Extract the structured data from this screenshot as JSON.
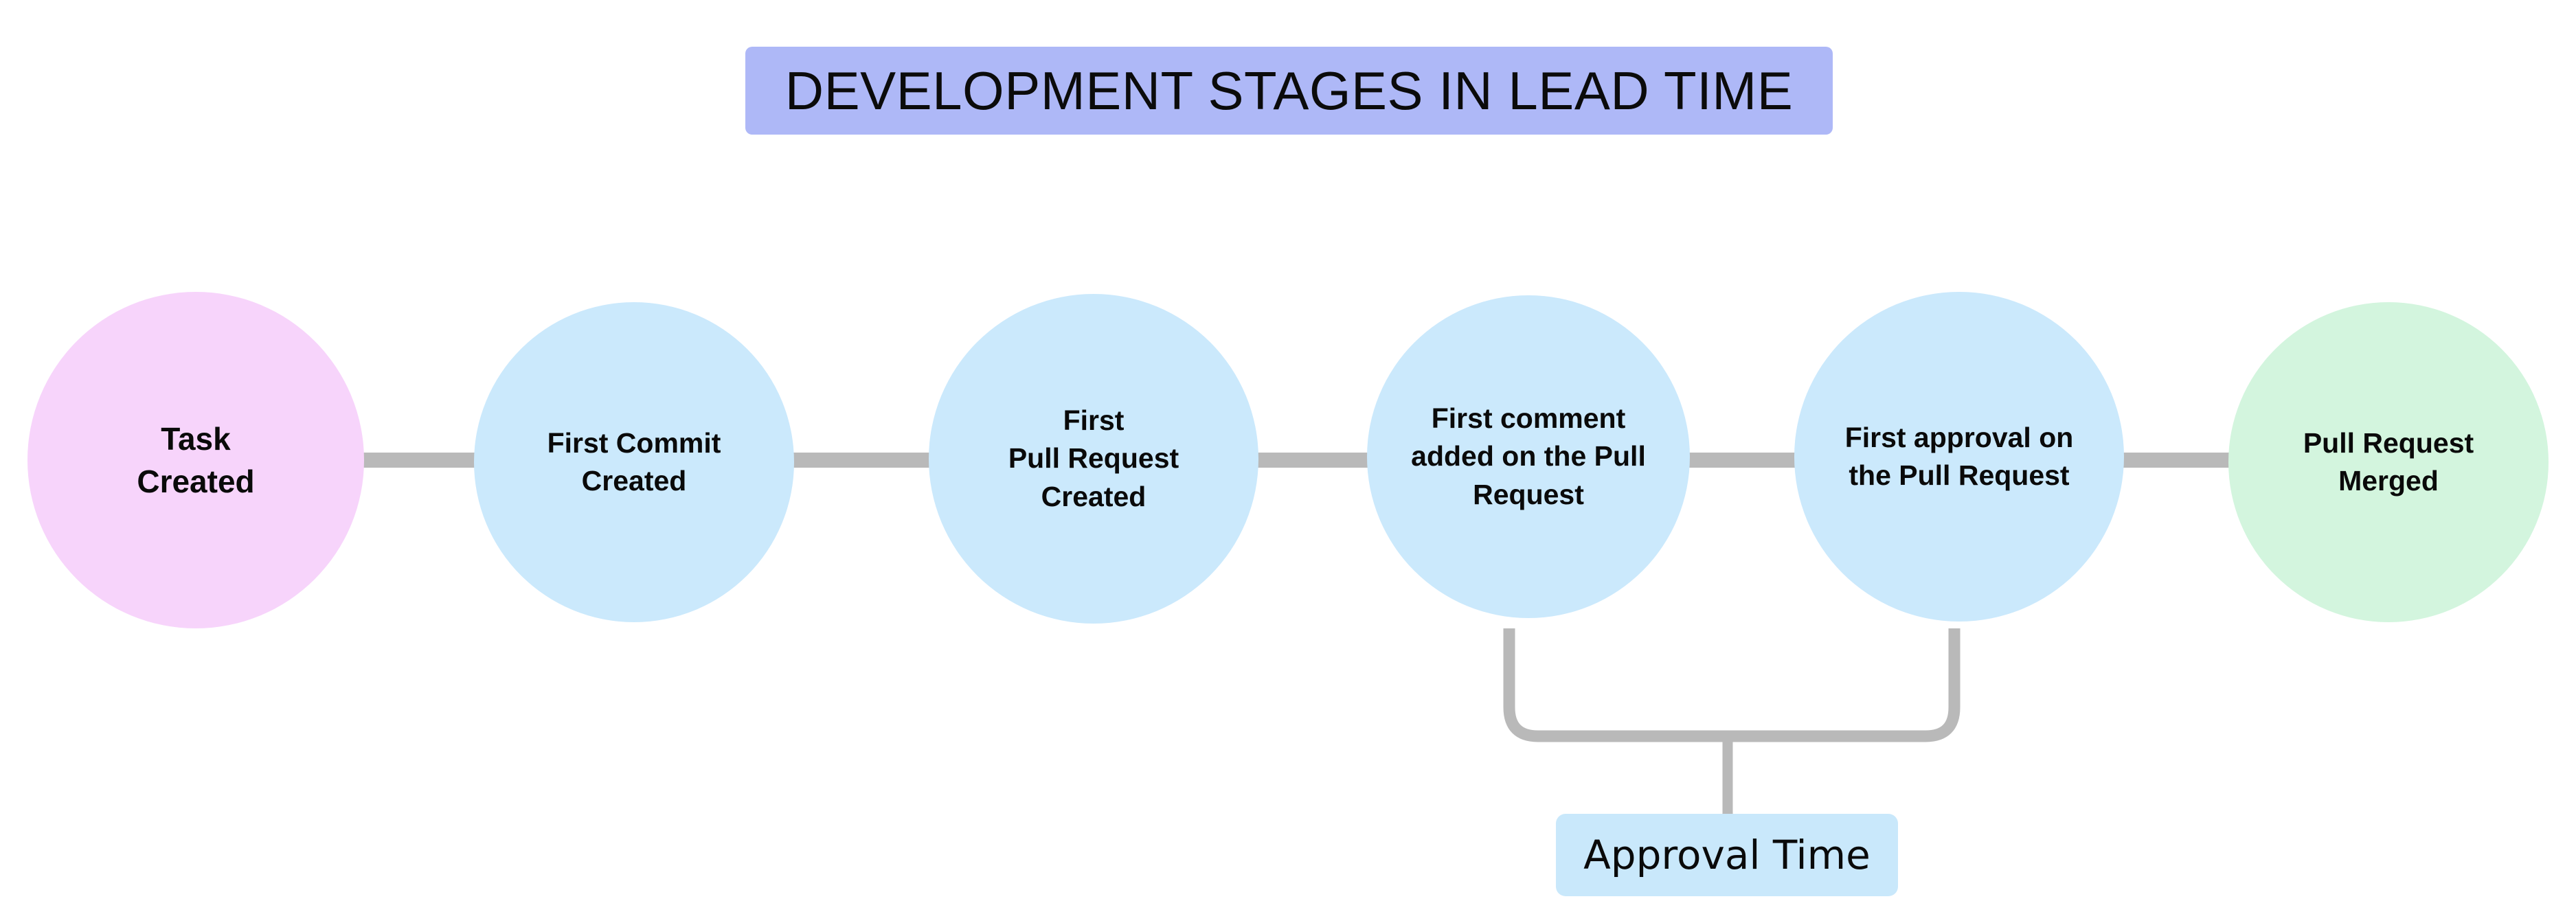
{
  "title": {
    "text": "DEVELOPMENT STAGES IN LEAD TIME",
    "background": "#aeb8f7"
  },
  "colors": {
    "start_node": "#f7d4fb",
    "middle_node": "#cbe9fc",
    "end_node": "#d3f5de",
    "connector": "#b9b9b9",
    "annotation_box": "#c9e8fb",
    "title_banner": "#aeb8f7",
    "text": "#0a0a0a",
    "page_background": "#ffffff"
  },
  "stages": [
    {
      "id": "task-created",
      "label": "Task\nCreated",
      "color": "#f7d4fb"
    },
    {
      "id": "first-commit",
      "label": "First Commit\nCreated",
      "color": "#cbe9fc"
    },
    {
      "id": "first-pull-request",
      "label": "First\nPull Request\nCreated",
      "color": "#cbe9fc"
    },
    {
      "id": "first-comment",
      "label": "First comment\nadded on the Pull\nRequest",
      "color": "#cbe9fc"
    },
    {
      "id": "first-approval",
      "label": "First approval on\nthe Pull Request",
      "color": "#cbe9fc"
    },
    {
      "id": "pull-request-merged",
      "label": "Pull Request\nMerged",
      "color": "#d3f5de"
    }
  ],
  "annotations": [
    {
      "id": "approval-time",
      "label": "Approval Time",
      "spans_from": "first-comment",
      "spans_to": "first-approval",
      "background": "#c9e8fb"
    }
  ]
}
